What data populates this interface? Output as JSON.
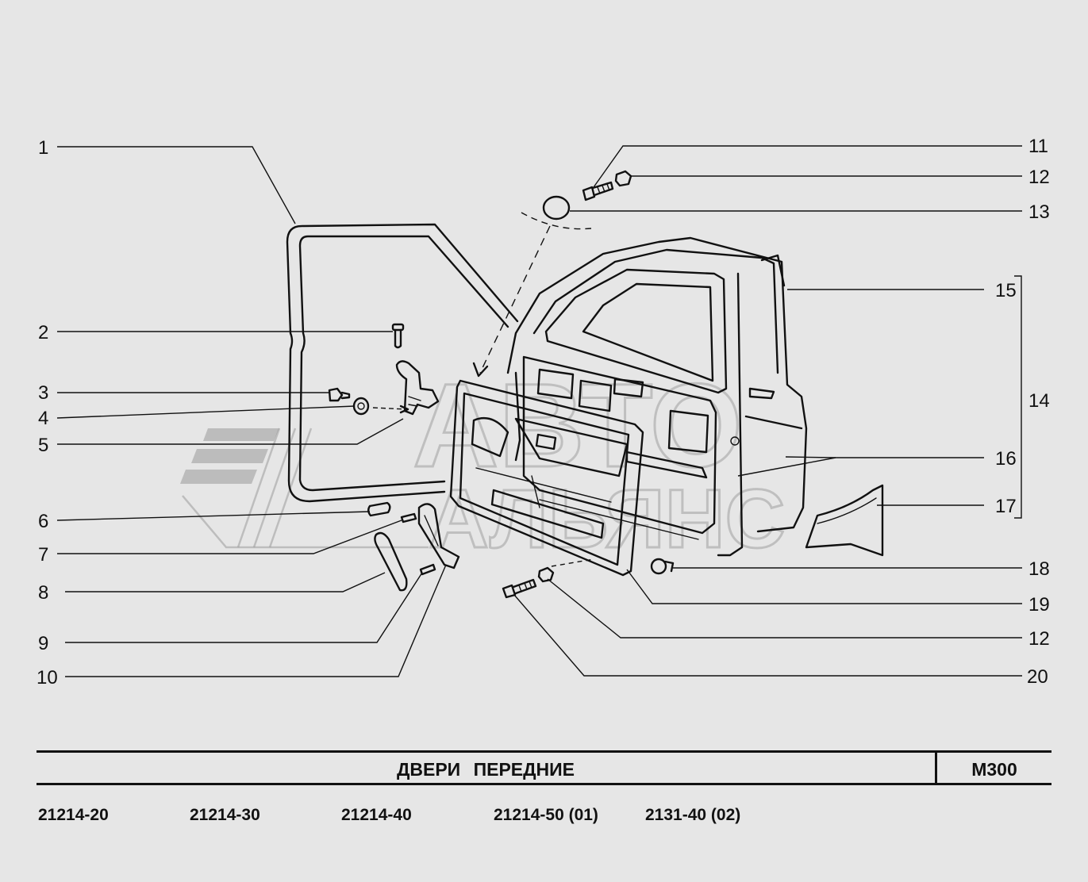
{
  "title": "ДВЕРИ   ПЕРЕДНИЕ",
  "code": "М300",
  "models": [
    "21214-20",
    "21214-30",
    "21214-40",
    "21214-50 (01)",
    "2131-40 (02)"
  ],
  "watermark": {
    "line1": "АВТО",
    "line2": "АЛЬЯНС"
  },
  "callouts": {
    "c1": "1",
    "c2": "2",
    "c3": "3",
    "c4": "4",
    "c5": "5",
    "c6": "6",
    "c7": "7",
    "c8": "8",
    "c9": "9",
    "c10": "10",
    "c11": "11",
    "c12a": "12",
    "c13": "13",
    "c14": "14",
    "c15": "15",
    "c16": "16",
    "c17": "17",
    "c18": "18",
    "c19": "19",
    "c12b": "12",
    "c20": "20"
  },
  "colors": {
    "background": "#e6e6e6",
    "ink": "#111111",
    "watermark": "#9a9a9a"
  }
}
